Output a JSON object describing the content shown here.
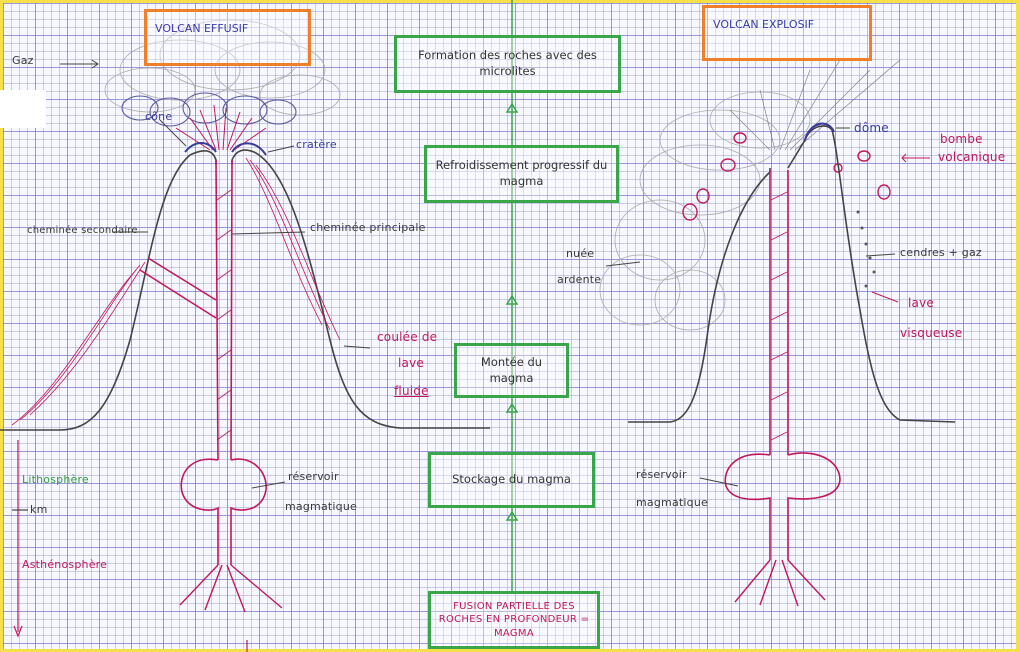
{
  "titles": {
    "effusif": "VOLCAN EFFUSIF",
    "explosif": "VOLCAN EXPLOSIF"
  },
  "effusif_labels": {
    "gaz": "Gaz",
    "cone": "cône",
    "cratere": "cratère",
    "cheminee_secondaire": "cheminée secondaire",
    "cheminee_principale": "cheminée principale",
    "coulee_1": "coulée de",
    "coulee_2": "lave",
    "coulee_3": "fluide",
    "reservoir_1": "réservoir",
    "reservoir_2": "magmatique",
    "lithosphere": "Lithosphère",
    "km": "km",
    "asthenosphere": "Asthénosphère"
  },
  "explosif_labels": {
    "dome": "dôme",
    "bombe_1": "bombe",
    "bombe_2": "volcanique",
    "cendres": "cendres + gaz",
    "nuee_1": "nuée",
    "nuee_2": "ardente",
    "lave_1": "lave",
    "lave_2": "visqueuse",
    "reservoir_1": "réservoir",
    "reservoir_2": "magmatique"
  },
  "steps": [
    "Formation des roches avec des microlites",
    "Refroidissement progressif du magma",
    "Montée du magma",
    "Stockage du magma",
    "FUSION PARTIELLE DES ROCHES EN PROFONDEUR = MAGMA"
  ],
  "colors": {
    "orange_frame": "#f07f2a",
    "green_frame": "#3aa64a",
    "pink": "#c2185b",
    "navy": "#2a2a6a",
    "highlight": "#f5e04a"
  }
}
